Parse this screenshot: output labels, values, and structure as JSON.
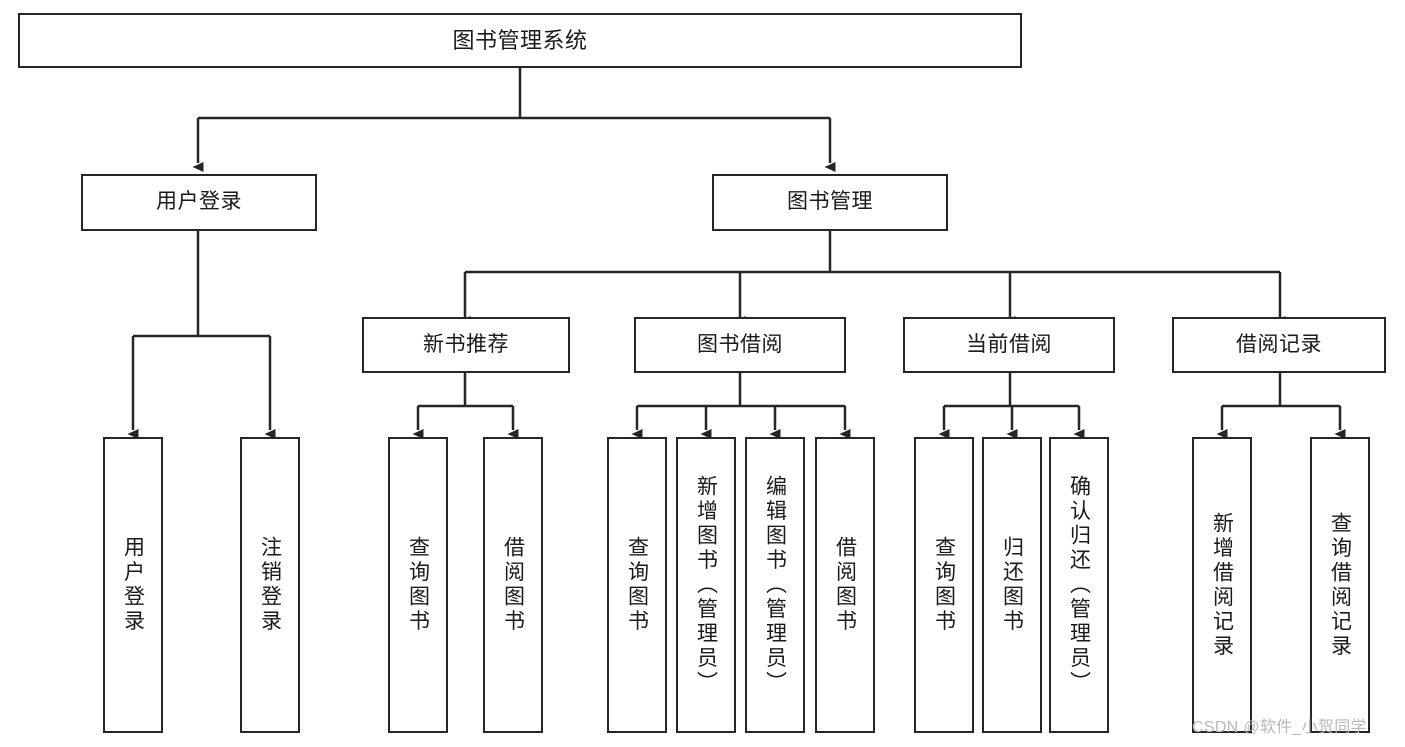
{
  "diagram": {
    "title": "图书管理系统",
    "type": "tree-hierarchy",
    "watermark": "CSDN @软件_小贺同学",
    "colors": {
      "stroke": "#262626",
      "background": "#ffffff",
      "text": "#1a1a1a",
      "watermark": "#b9b9b9"
    },
    "nodes": {
      "root": {
        "label": "图书管理系统"
      },
      "level1": [
        {
          "label": "用户登录"
        },
        {
          "label": "图书管理"
        }
      ],
      "level2": [
        {
          "label": "新书推荐"
        },
        {
          "label": "图书借阅"
        },
        {
          "label": "当前借阅"
        },
        {
          "label": "借阅记录"
        }
      ],
      "leaves": {
        "user_login": [
          {
            "label": "用户登录"
          },
          {
            "label": "注销登录"
          }
        ],
        "new_book_recommend": [
          {
            "label": "查询图书"
          },
          {
            "label": "借阅图书"
          }
        ],
        "book_borrow": [
          {
            "label": "查询图书"
          },
          {
            "label": "新增图书（管理员）"
          },
          {
            "label": "编辑图书（管理员）"
          },
          {
            "label": "借阅图书"
          }
        ],
        "current_borrow": [
          {
            "label": "查询图书"
          },
          {
            "label": "归还图书"
          },
          {
            "label": "确认归还（管理员）"
          }
        ],
        "borrow_record": [
          {
            "label": "新增借阅记录"
          },
          {
            "label": "查询借阅记录"
          }
        ]
      }
    }
  }
}
